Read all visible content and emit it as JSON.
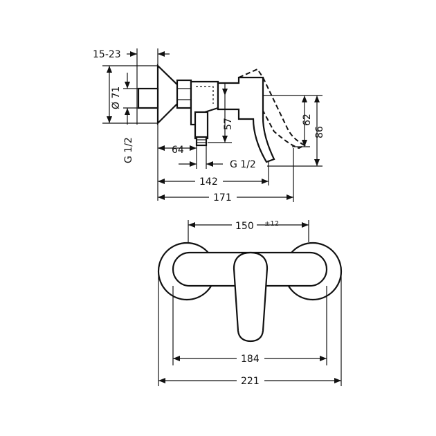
{
  "side_view": {
    "dim_flange": "15-23",
    "dim_diameter": "Ø 71",
    "dim_inlet_thread": "G 1/2",
    "dim_64": "64",
    "dim_outlet_thread": "G 1/2",
    "dim_57": "57",
    "dim_62": "62",
    "dim_86": "86",
    "dim_142": "142",
    "dim_171": "171"
  },
  "front_view": {
    "dim_150": "150",
    "dim_tolerance": "±12",
    "dim_184": "184",
    "dim_221": "221"
  },
  "colors": {
    "line": "#111111",
    "background": "#ffffff"
  }
}
